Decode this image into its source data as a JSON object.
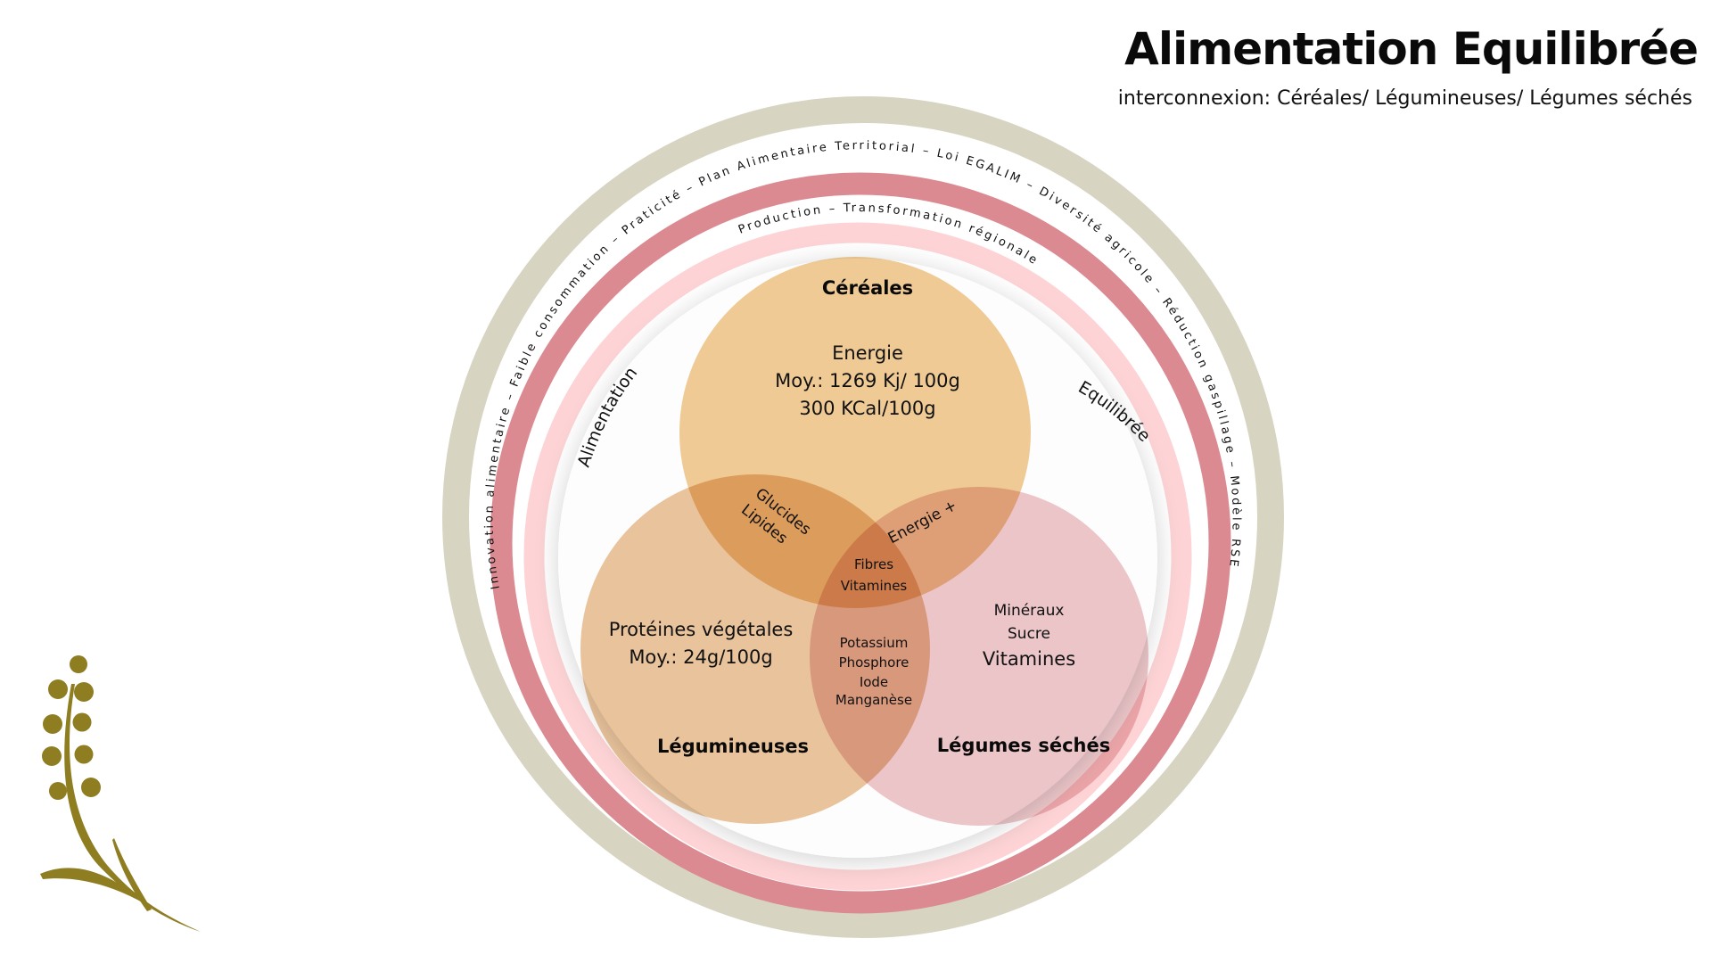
{
  "header": {
    "title": "Alimentation Equilibrée",
    "subtitle": "interconnexion: Céréales/ Légumineuses/ Légumes séchés"
  },
  "colors": {
    "outer_ring": "#d7d4c2",
    "middle_ring": "#db8a91",
    "inner_ring": "#fdd3d5",
    "cereales": "#f0c990",
    "legumineuses": "#e9bd8f",
    "legumes_seches": "#ebc1c4",
    "sprig": "#8f7d22"
  },
  "outer_ring_text": "Innovation alimentaire  –  Faible consommation  –  Praticité  –  Plan  Alimentaire  Territorial  –  Loi EGALIM  –  Diversité agricole  –  Réduction  gaspillage  –  Modèle RSE",
  "inner_ring_text": "Production   –   Transformation   régionale",
  "arc_labels": {
    "left": "Alimentation",
    "right": "Equilibrée"
  },
  "venn": {
    "cereales": {
      "title": "Céréales",
      "lines": [
        "Energie",
        "Moy.: 1269 Kj/ 100g",
        "300 KCal/100g"
      ]
    },
    "legumineuses": {
      "title": "Légumineuses",
      "lines": [
        "Protéines végétales",
        "Moy.: 24g/100g"
      ]
    },
    "legumes_seches": {
      "title": "Légumes séchés",
      "lines": [
        "Minéraux",
        "Sucre",
        "Vitamines"
      ]
    },
    "cereales_legumineuses": [
      "Glucides",
      "Lipides"
    ],
    "cereales_legumes": [
      "Energie +"
    ],
    "center": [
      "Fibres",
      "Vitamines"
    ],
    "legumineuses_legumes": [
      "Potassium",
      "Phosphore",
      "Iode",
      "Manganèse"
    ]
  }
}
